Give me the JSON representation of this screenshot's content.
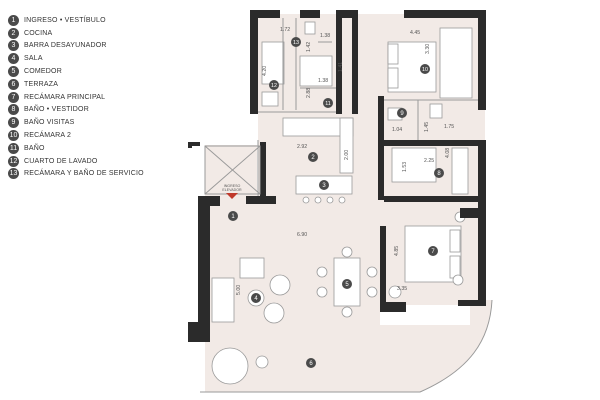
{
  "colors": {
    "wall": "#2b2b2b",
    "floor": "#f2eae6",
    "badge": "#4a4a4a",
    "furniture_line": "#9a9a9a",
    "accent": "#c0392b"
  },
  "legend": [
    {
      "num": "1",
      "label": "INGRESO • VESTÍBULO"
    },
    {
      "num": "2",
      "label": "COCINA"
    },
    {
      "num": "3",
      "label": "BARRA DESAYUNADOR"
    },
    {
      "num": "4",
      "label": "SALA"
    },
    {
      "num": "5",
      "label": "COMEDOR"
    },
    {
      "num": "6",
      "label": "TERRAZA"
    },
    {
      "num": "7",
      "label": "RECÁMARA PRINCIPAL"
    },
    {
      "num": "8",
      "label": "BAÑO • VESTIDOR"
    },
    {
      "num": "9",
      "label": "BAÑO VISITAS"
    },
    {
      "num": "10",
      "label": "RECÁMARA 2"
    },
    {
      "num": "11",
      "label": "BAÑO"
    },
    {
      "num": "12",
      "label": "CUARTO DE LAVADO"
    },
    {
      "num": "13",
      "label": "RECÁMARA Y BAÑO DE SERVICIO"
    }
  ],
  "markers": {
    "m1": "1",
    "m2": "2",
    "m3": "3",
    "m4": "4",
    "m5": "5",
    "m6": "6",
    "m7": "7",
    "m8": "8",
    "m9": "9",
    "m10": "10",
    "m11": "11",
    "m12": "12",
    "m13": "13"
  },
  "dimensions": {
    "d1": "1.72",
    "d2": "1.38",
    "d3": "4.45",
    "d4": "4.20",
    "d5": "3.30",
    "d6": "1.42",
    "d7": "1.38",
    "d8": "2.88",
    "d9": "1.41",
    "d10": "1.04",
    "d11": "1.45",
    "d12": "1.75",
    "d13": "2.92",
    "d14": "2.00",
    "d15": "2.25",
    "d16": "4.08",
    "d17": "1.53",
    "d18": "6.90",
    "d19": "4.85",
    "d20": "3.35",
    "d21": "5.00"
  },
  "entrance": {
    "line1": "INGRESO",
    "line2": "ELEVADOR"
  }
}
